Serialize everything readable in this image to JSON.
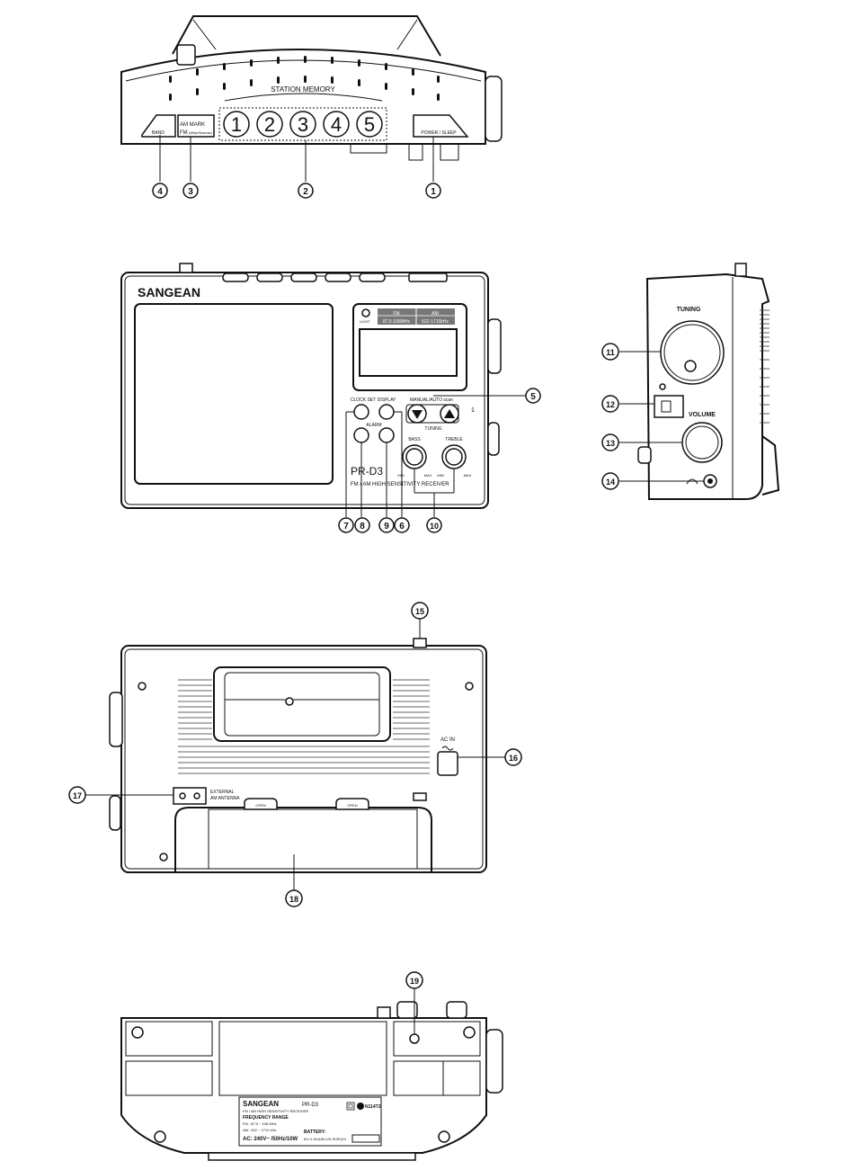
{
  "top_view": {
    "station_memory_label": "STATION MEMORY",
    "memory_buttons": [
      "1",
      "2",
      "3",
      "4",
      "5"
    ],
    "band_label": "BAND",
    "am_mark": "AM MARK",
    "fm_mark": "FM",
    "fm_mark_suffix": "(Wide/Narrow)",
    "power_label": "POWER / SLEEP",
    "callouts": [
      "4",
      "3",
      "2",
      "1"
    ]
  },
  "front_view": {
    "brand": "SANGEAN",
    "light_label": "LIGHT",
    "band_fm": "FM",
    "band_am": "AM",
    "range_fm": "87.5-108MHz",
    "range_am": "522-1710kHz",
    "clock_set": "CLOCK SET",
    "display": "DISPLAY",
    "tuning_mode": "MANUAL/AUTO scan",
    "tuning": "TUNING",
    "alarm": "ALARM",
    "bass": "BASS",
    "treble": "TREBLE",
    "min": "MIN",
    "max": "MAX",
    "model": "PR-D3",
    "subtitle": "FM / AM HIGH SENSITIVITY RECEIVER",
    "side_mark": "1",
    "callouts": [
      "5",
      "7",
      "8",
      "9",
      "6",
      "10"
    ]
  },
  "side_view": {
    "tuning": "TUNING",
    "volume": "VOLUME",
    "callouts": [
      "11",
      "12",
      "13",
      "14"
    ]
  },
  "back_view": {
    "ac_in": "AC IN",
    "external_antenna": "EXTERNAL\nAM ANTENNA",
    "open": "OPEN",
    "callouts": [
      "15",
      "16",
      "17",
      "18"
    ]
  },
  "bottom_view": {
    "brand": "SANGEAN",
    "model": "PR-D3",
    "description": "FM / AM HIGH SENSITIVITY RECEIVER",
    "freq_range_title": "FREQUENCY RANGE",
    "fm_range": "FM : 87.5 ~ 108 MHz",
    "am_range": "AM : 522 ~ 1710 kHz",
    "power_rating": "AC: 240V~ /50Hz/10W",
    "battery_title": "BATTERY:",
    "battery_spec": "6V=1.5V(UM-1/D SIZE)X4",
    "cert_code": "N114T2",
    "callouts": [
      "19"
    ]
  }
}
